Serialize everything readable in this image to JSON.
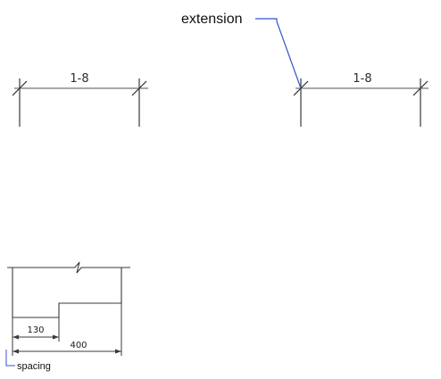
{
  "colors": {
    "ink": "#3a3a3a",
    "dim_line": "#8c8c8c",
    "leader": "#3355cc"
  },
  "diagram_1": {
    "dimension_text": "1-8"
  },
  "diagram_2": {
    "callout_label": "extension",
    "dimension_text": "1-8"
  },
  "diagram_3": {
    "dim_short": "130",
    "dim_long": "400",
    "callout_label": "spacing"
  }
}
